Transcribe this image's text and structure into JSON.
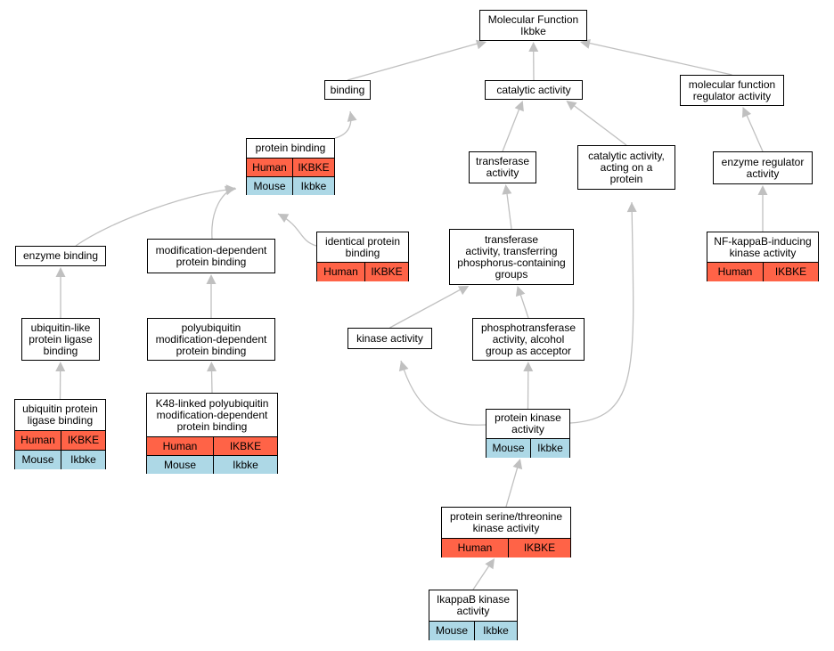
{
  "colors": {
    "human": "#ff6347",
    "mouse": "#add8e6",
    "edge": "#c0c0c0",
    "node_border": "#000000",
    "node_fill": "#ffffff"
  },
  "nodes": [
    {
      "id": "mf",
      "title": "Molecular Function\nIkbke",
      "rows": []
    },
    {
      "id": "binding",
      "title": "binding",
      "rows": []
    },
    {
      "id": "catalytic",
      "title": "catalytic activity",
      "rows": []
    },
    {
      "id": "mfreg",
      "title": "molecular function\nregulator activity",
      "rows": []
    },
    {
      "id": "protbind",
      "title": "protein binding",
      "rows": [
        {
          "org": "Human",
          "gene": "IKBKE"
        },
        {
          "org": "Mouse",
          "gene": "Ikbke"
        }
      ]
    },
    {
      "id": "transferase",
      "title": "transferase\nactivity",
      "rows": []
    },
    {
      "id": "catprot",
      "title": "catalytic activity,\nacting on a\nprotein",
      "rows": []
    },
    {
      "id": "enzreg",
      "title": "enzyme regulator\nactivity",
      "rows": []
    },
    {
      "id": "enzbind",
      "title": "enzyme binding",
      "rows": []
    },
    {
      "id": "moddep",
      "title": "modification-dependent\nprotein binding",
      "rows": []
    },
    {
      "id": "identical",
      "title": "identical protein\nbinding",
      "rows": [
        {
          "org": "Human",
          "gene": "IKBKE"
        }
      ]
    },
    {
      "id": "transphos",
      "title": "transferase\nactivity, transferring\nphosphorus-containing\ngroups",
      "rows": []
    },
    {
      "id": "nfkb",
      "title": "NF-kappaB-inducing\nkinase activity",
      "rows": [
        {
          "org": "Human",
          "gene": "IKBKE"
        }
      ]
    },
    {
      "id": "ublike",
      "title": "ubiquitin-like\nprotein ligase\nbinding",
      "rows": []
    },
    {
      "id": "polyub",
      "title": "polyubiquitin\nmodification-dependent\nprotein binding",
      "rows": []
    },
    {
      "id": "kinase",
      "title": "kinase activity",
      "rows": []
    },
    {
      "id": "phosalc",
      "title": "phosphotransferase\nactivity, alcohol\ngroup as acceptor",
      "rows": []
    },
    {
      "id": "ubprot",
      "title": "ubiquitin protein\nligase binding",
      "rows": [
        {
          "org": "Human",
          "gene": "IKBKE"
        },
        {
          "org": "Mouse",
          "gene": "Ikbke"
        }
      ]
    },
    {
      "id": "k48",
      "title": "K48-linked polyubiquitin\nmodification-dependent\nprotein binding",
      "rows": [
        {
          "org": "Human",
          "gene": "IKBKE"
        },
        {
          "org": "Mouse",
          "gene": "Ikbke"
        }
      ]
    },
    {
      "id": "protkin",
      "title": "protein kinase\nactivity",
      "rows": [
        {
          "org": "Mouse",
          "gene": "Ikbke"
        }
      ]
    },
    {
      "id": "serthr",
      "title": "protein serine/threonine\nkinase activity",
      "rows": [
        {
          "org": "Human",
          "gene": "IKBKE"
        }
      ]
    },
    {
      "id": "ikappab",
      "title": "IkappaB kinase\nactivity",
      "rows": [
        {
          "org": "Mouse",
          "gene": "Ikbke"
        }
      ]
    }
  ],
  "edges": [
    {
      "from": "binding",
      "to": "mf"
    },
    {
      "from": "catalytic",
      "to": "mf"
    },
    {
      "from": "mfreg",
      "to": "mf"
    },
    {
      "from": "protbind",
      "to": "binding"
    },
    {
      "from": "transferase",
      "to": "catalytic"
    },
    {
      "from": "catprot",
      "to": "catalytic"
    },
    {
      "from": "enzreg",
      "to": "mfreg"
    },
    {
      "from": "enzbind",
      "to": "protbind"
    },
    {
      "from": "moddep",
      "to": "protbind"
    },
    {
      "from": "identical",
      "to": "protbind"
    },
    {
      "from": "transphos",
      "to": "transferase"
    },
    {
      "from": "nfkb",
      "to": "enzreg"
    },
    {
      "from": "ublike",
      "to": "enzbind"
    },
    {
      "from": "polyub",
      "to": "moddep"
    },
    {
      "from": "kinase",
      "to": "transphos"
    },
    {
      "from": "phosalc",
      "to": "transphos"
    },
    {
      "from": "ubprot",
      "to": "ublike"
    },
    {
      "from": "k48",
      "to": "polyub"
    },
    {
      "from": "protkin",
      "to": "kinase"
    },
    {
      "from": "protkin",
      "to": "phosalc"
    },
    {
      "from": "protkin",
      "to": "catprot"
    },
    {
      "from": "serthr",
      "to": "protkin"
    },
    {
      "from": "ikappab",
      "to": "serthr"
    }
  ]
}
